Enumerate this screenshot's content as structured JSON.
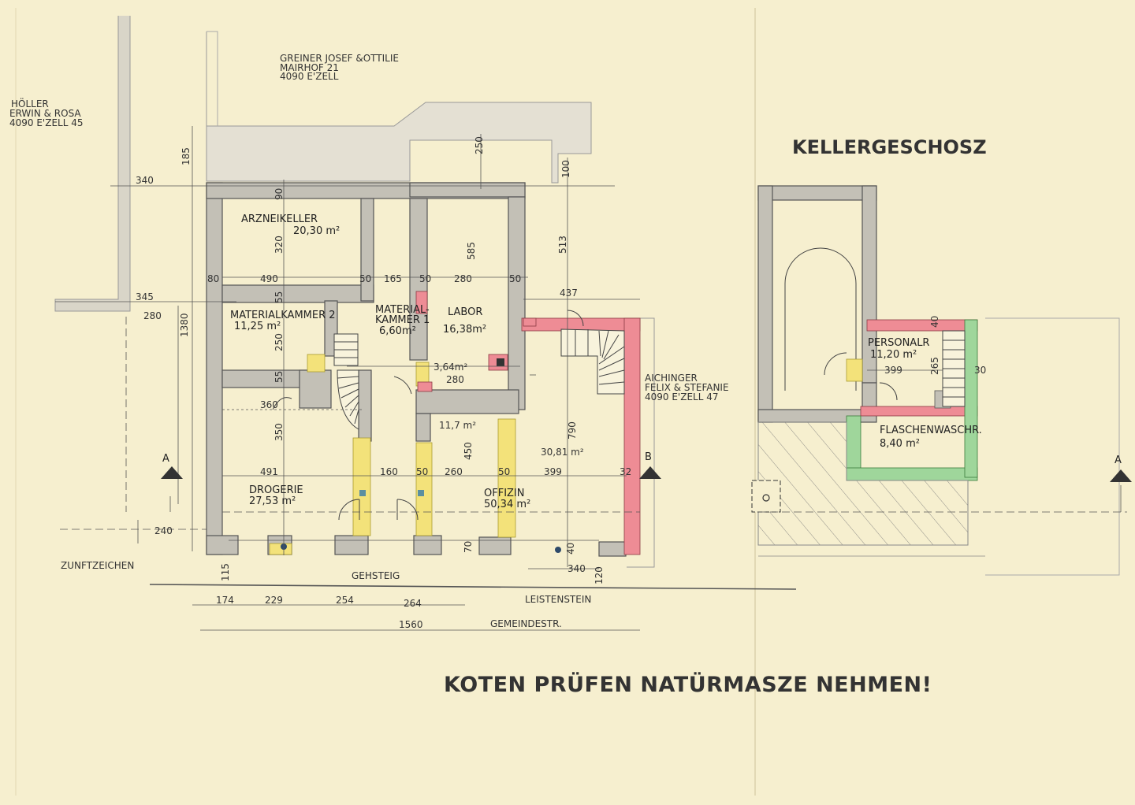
{
  "sheet": {
    "title": "KELLERGESCHOSZ",
    "note": "KOTEN PRÜFEN  NATÜRMASZE NEHMEN!"
  },
  "neighbors": {
    "top": [
      "GREINER JOSEF &OTTILIE",
      "MAIRHOF 21",
      "4090 E'ZELL"
    ],
    "left": [
      "HÖLLER",
      "ERWIN & ROSA",
      "4090 E'ZELL 45"
    ],
    "right": [
      "AICHINGER",
      "FELIX & STEFANIE",
      "4090 E'ZELL 47"
    ]
  },
  "rooms": {
    "arzneikeller": {
      "name": "ARZNEIKELLER",
      "area": "20,30 m²"
    },
    "materialkammer2": {
      "name": "MATERIALKAMMER 2",
      "area": "11,25 m²"
    },
    "materialkammer1": {
      "name1": "MATERIAL-",
      "name2": "KAMMER 1",
      "area": "6,60m²"
    },
    "labor": {
      "name": "LABOR",
      "area": "16,38m²"
    },
    "drogerie": {
      "name": "DROGERIE",
      "area": "27,53 m²"
    },
    "offizin": {
      "name": "OFFIZIN",
      "area": "50,34 m²"
    },
    "sub_area1": "11,7 m²",
    "sub_area2": "30,81 m²",
    "sub_area3": "3,64m²",
    "personalr": {
      "name": "PERSONALR",
      "area": "11,20 m²"
    },
    "flaschenwasch": {
      "name": "FLASCHENWASCHR.",
      "area": "8,40 m²"
    }
  },
  "street": {
    "zunftzeichen": "ZUNFTZEICHEN",
    "gehsteig": "GEHSTEIG",
    "leistenstein": "LEISTENSTEIN",
    "gemeindestr": "GEMEINDESTR."
  },
  "section_markers": {
    "a": "A",
    "b": "B"
  },
  "dims": {
    "d340a": "340",
    "d185": "185",
    "d250a": "250",
    "d100": "100",
    "d90": "90",
    "d320": "320",
    "d585": "585",
    "d513": "513",
    "d80": "80",
    "d490": "490",
    "d50a": "50",
    "d165": "165",
    "d50b": "50",
    "d280a": "280",
    "d50c": "50",
    "d437": "437",
    "d345": "345",
    "d280b": "280",
    "d1380": "1380",
    "d55a": "55",
    "d250b": "250",
    "d55b": "55",
    "d280c": "280",
    "d360": "360",
    "d350": "350",
    "d790": "790",
    "d450": "450",
    "d491": "491",
    "d160": "160",
    "d50d": "50",
    "d260": "260",
    "d50e": "50",
    "d399a": "399",
    "d32a": "32",
    "d240": "240",
    "d115": "115",
    "d70": "70",
    "d40a": "40",
    "d340b": "340",
    "d120": "120",
    "d174": "174",
    "d229": "229",
    "d254": "254",
    "d264": "264",
    "d1560": "1560",
    "d399b": "399",
    "d265": "265",
    "d30": "30",
    "d40b": "40"
  },
  "colors": {
    "paper": "#f6efcf",
    "wall": "#bdbab0",
    "demolition_yellow": "#f3e27a",
    "new_red": "#ee8c95",
    "new_green": "#9fd69b"
  }
}
